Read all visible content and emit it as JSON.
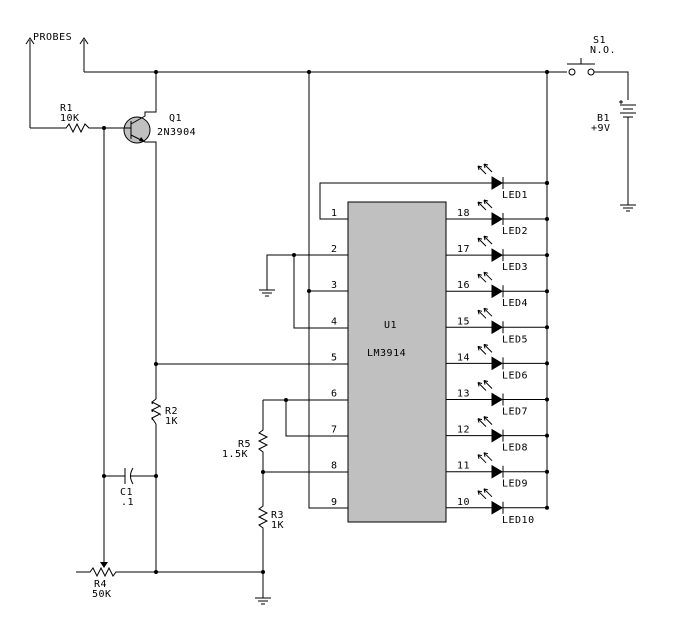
{
  "components": {
    "probes": "PROBES",
    "r1": {
      "ref": "R1",
      "value": "10K"
    },
    "q1": {
      "ref": "Q1",
      "value": "2N3904"
    },
    "r2": {
      "ref": "R2",
      "value": "1K"
    },
    "r3": {
      "ref": "R3",
      "value": "1K"
    },
    "r4": {
      "ref": "R4",
      "value": "50K"
    },
    "r5": {
      "ref": "R5",
      "value": "1.5K"
    },
    "c1": {
      "ref": "C1",
      "value": ".1"
    },
    "s1": {
      "ref": "S1",
      "value": "N.O."
    },
    "b1": {
      "ref": "B1",
      "value": "+9V"
    },
    "u1": {
      "ref": "U1",
      "value": "LM3914"
    }
  },
  "left_pins": [
    "1",
    "2",
    "3",
    "4",
    "5",
    "6",
    "7",
    "8",
    "9"
  ],
  "right_pins": [
    "18",
    "17",
    "16",
    "15",
    "14",
    "13",
    "12",
    "11",
    "10"
  ],
  "leds": [
    "LED1",
    "LED2",
    "LED3",
    "LED4",
    "LED5",
    "LED6",
    "LED7",
    "LED8",
    "LED9",
    "LED10"
  ],
  "colors": {
    "wire": "#000000",
    "ic_fill": "#c0c0c0",
    "background": "#ffffff"
  }
}
